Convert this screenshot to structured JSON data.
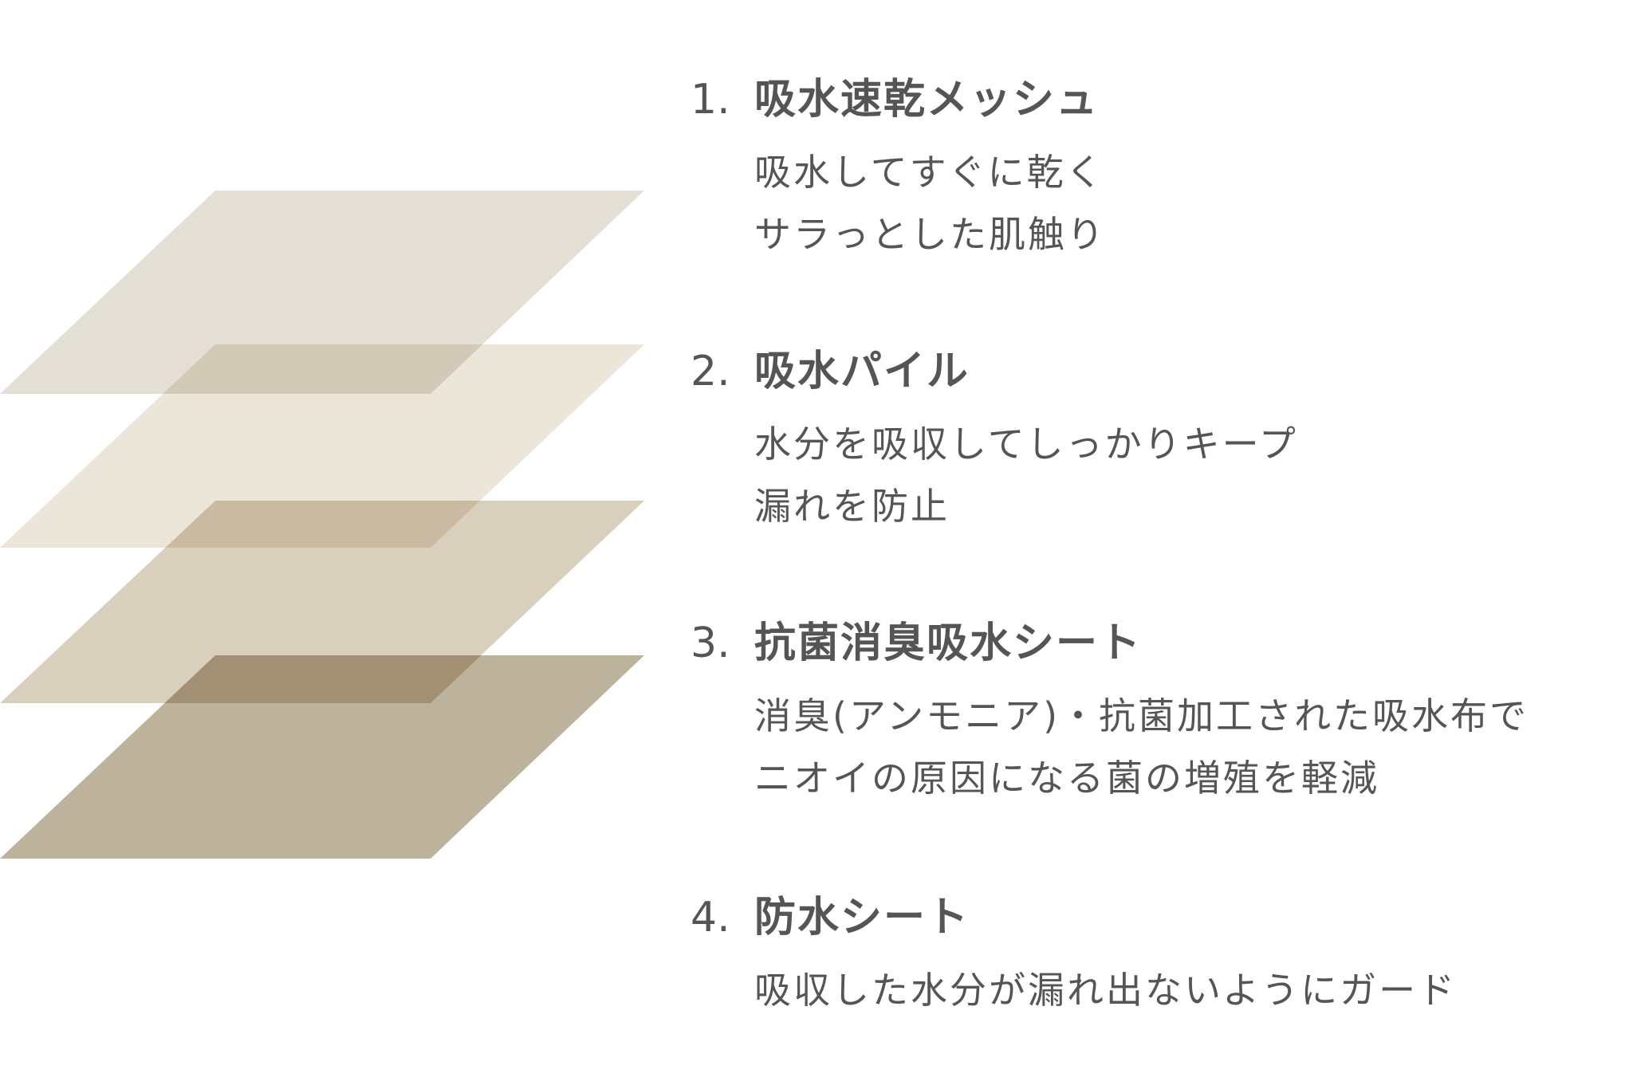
{
  "colors": {
    "layer1": "#e3dfd5",
    "layer2": "#dad3c6",
    "layer3": "#c9bfac",
    "layer4": "#bdb29b",
    "text": "#555555"
  },
  "items": [
    {
      "number": "1.",
      "title": "吸水速乾メッシュ",
      "lines": [
        "吸水してすぐに乾く",
        "サラっとした肌触り"
      ]
    },
    {
      "number": "2.",
      "title": "吸水パイル",
      "lines": [
        "水分を吸収してしっかりキープ",
        "漏れを防止"
      ]
    },
    {
      "number": "3.",
      "title": "抗菌消臭吸水シート",
      "lines": [
        "消臭(アンモニア)・抗菌加工された吸水布で",
        "ニオイの原因になる菌の増殖を軽減"
      ]
    },
    {
      "number": "4.",
      "title": "防水シート",
      "lines": [
        "吸収した水分が漏れ出ないようにガード"
      ]
    }
  ]
}
